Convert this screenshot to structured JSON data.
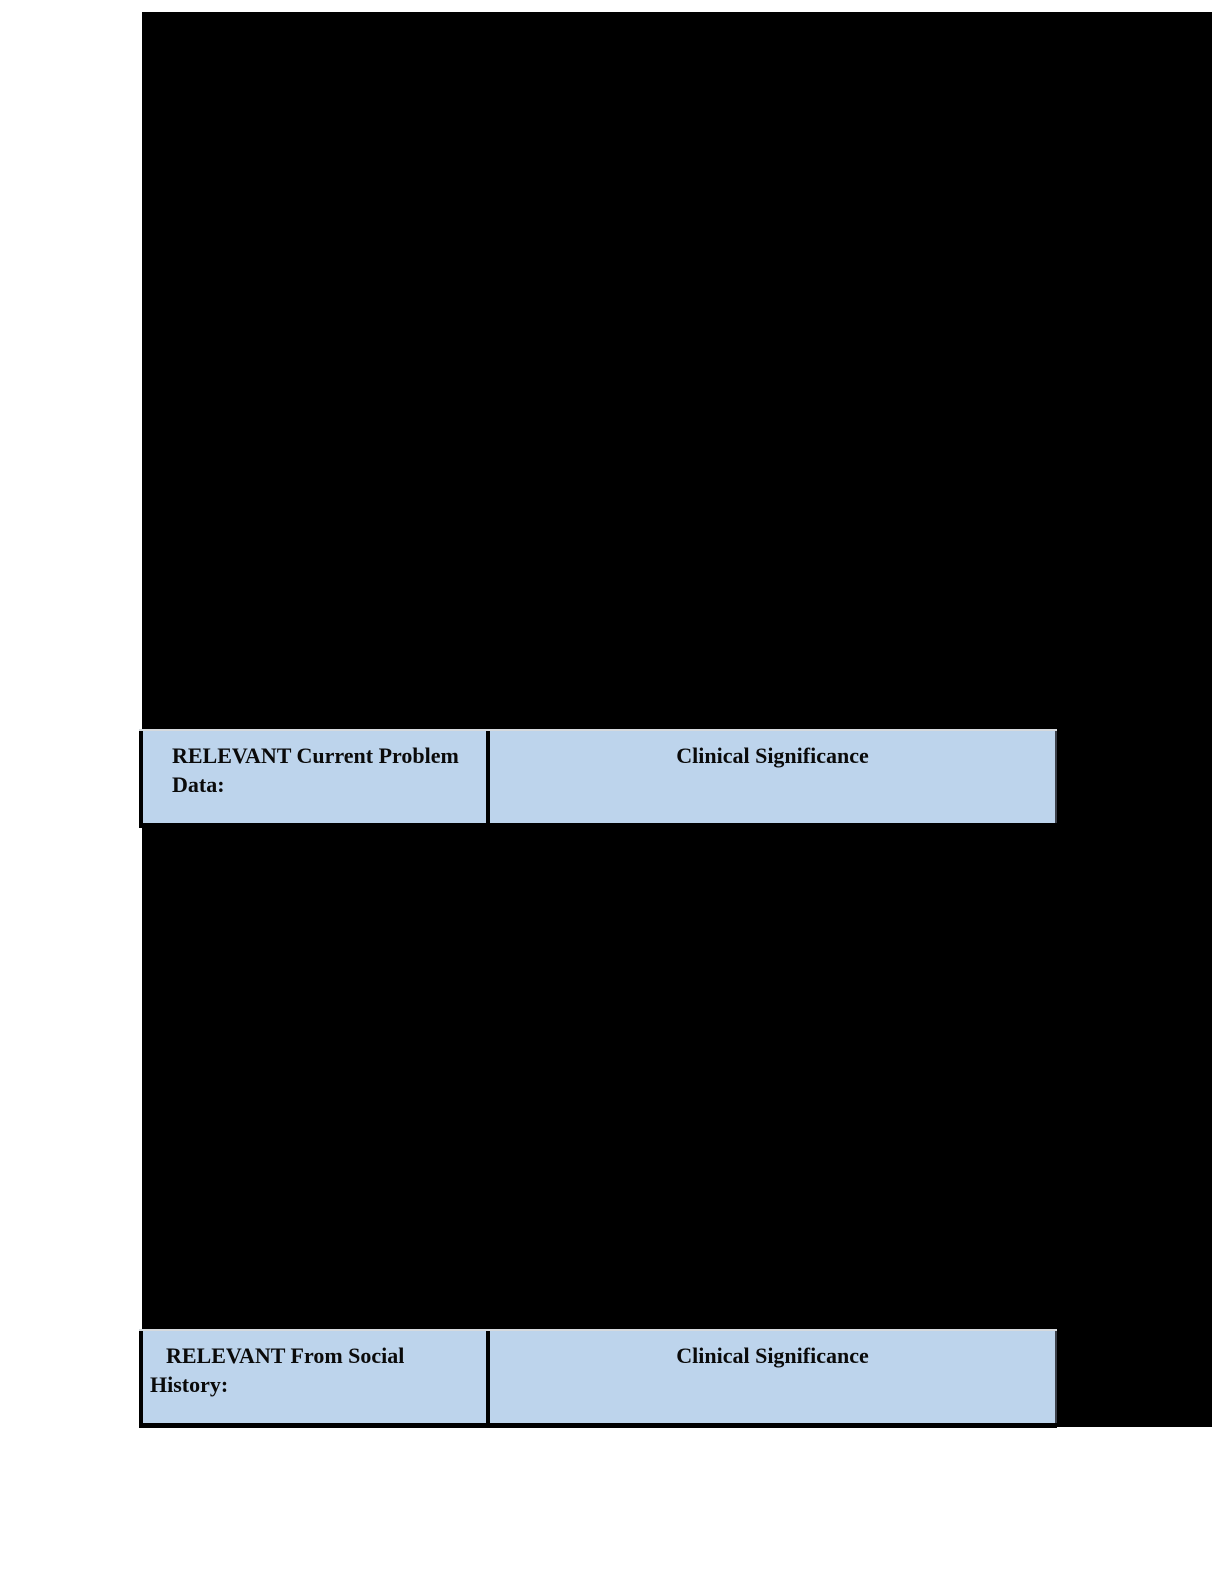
{
  "document": {
    "colors": {
      "page_background": "#ffffff",
      "redaction_fill": "#000000",
      "header_fill": "#bdd4ec"
    },
    "table": {
      "rows": [
        {
          "header_left_line1": "RELEVANT Current Problem",
          "header_left_line2": "Data:",
          "header_right": "Clinical Significance"
        },
        {
          "header_left_line1": "RELEVANT From Social",
          "header_left_line2": "History:",
          "header_right": "Clinical Significance"
        }
      ]
    }
  }
}
